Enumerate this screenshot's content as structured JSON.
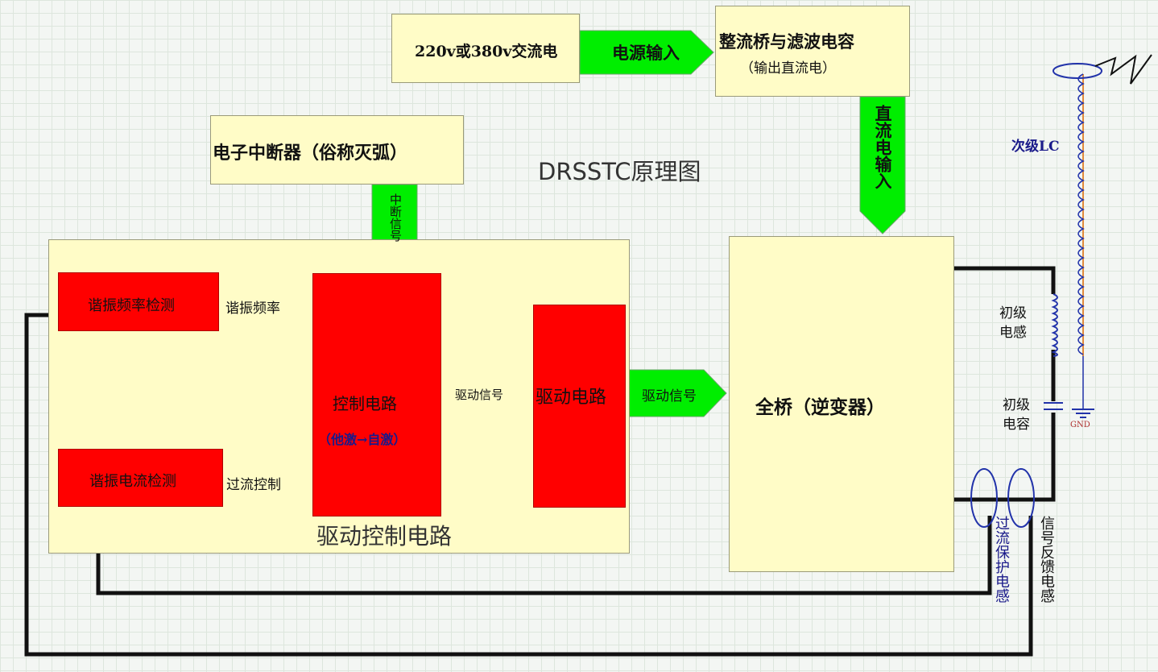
{
  "title": "DRSSTC原理图",
  "blocks": {
    "ac_source": "220v或380v交流电",
    "rectifier_title": "整流桥与滤波电容",
    "rectifier_sub": "（输出直流电）",
    "interrupter": "电子中断器（俗称灭弧）",
    "drive_control_area": "驱动控制电路",
    "resonant_freq_detect": "谐振频率检测",
    "resonant_current_detect": "谐振电流检测",
    "control_circuit": "控制电路",
    "control_circuit_sub": "（他激→自激）",
    "drive_circuit": "驱动电路",
    "full_bridge": "全桥（逆变器）"
  },
  "arrows": {
    "power_input": "电源输入",
    "dc_input": "直流电输入",
    "interrupt_signal": "中断信号",
    "resonant_freq": "谐振频率",
    "overcurrent_control": "过流控制",
    "drive_signal_1": "驱动信号",
    "drive_signal_2": "驱动信号"
  },
  "labels": {
    "secondary_lc": "次级LC",
    "primary_inductor_1": "初级",
    "primary_inductor_2": "电感",
    "primary_cap_1": "初级",
    "primary_cap_2": "电容",
    "gnd": "GND",
    "overcurrent_inductor": "过流保护电感",
    "feedback_inductor": "信号反馈电感"
  },
  "colors": {
    "block_cream": "#fffcc7",
    "block_red": "#ff0000",
    "arrow_green": "#00ee00",
    "wire": "#111111",
    "coil_orange": "#e08a3c",
    "coil_blue": "#2233aa"
  }
}
